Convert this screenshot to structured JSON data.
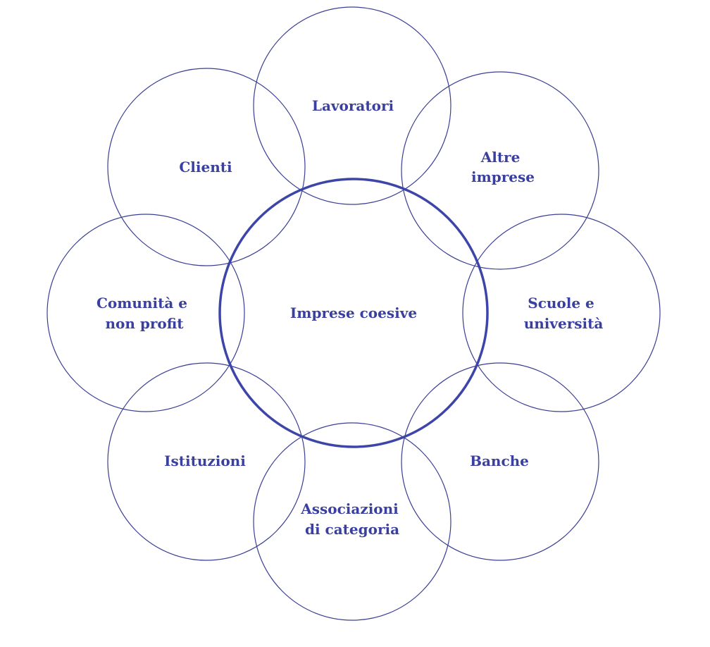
{
  "center": {
    "label": "Imprese coesive"
  },
  "nodes": {
    "lavoratori": {
      "lines": [
        "Lavoratori"
      ]
    },
    "altre_imprese": {
      "lines": [
        "Altre",
        "imprese"
      ]
    },
    "scuole": {
      "lines": [
        "Scuole e",
        "università"
      ]
    },
    "banche": {
      "lines": [
        "Banche"
      ]
    },
    "associazioni": {
      "lines": [
        "Associazioni",
        "di categoria"
      ]
    },
    "istituzioni": {
      "lines": [
        "Istituzioni"
      ]
    },
    "comunita": {
      "lines": [
        "Comunità e",
        "non profit"
      ]
    },
    "clienti": {
      "lines": [
        "Clienti"
      ]
    }
  },
  "colors": {
    "outer_stroke": "#3a3f94",
    "center_stroke": "#3d46a8",
    "text": "#3a40a0"
  }
}
